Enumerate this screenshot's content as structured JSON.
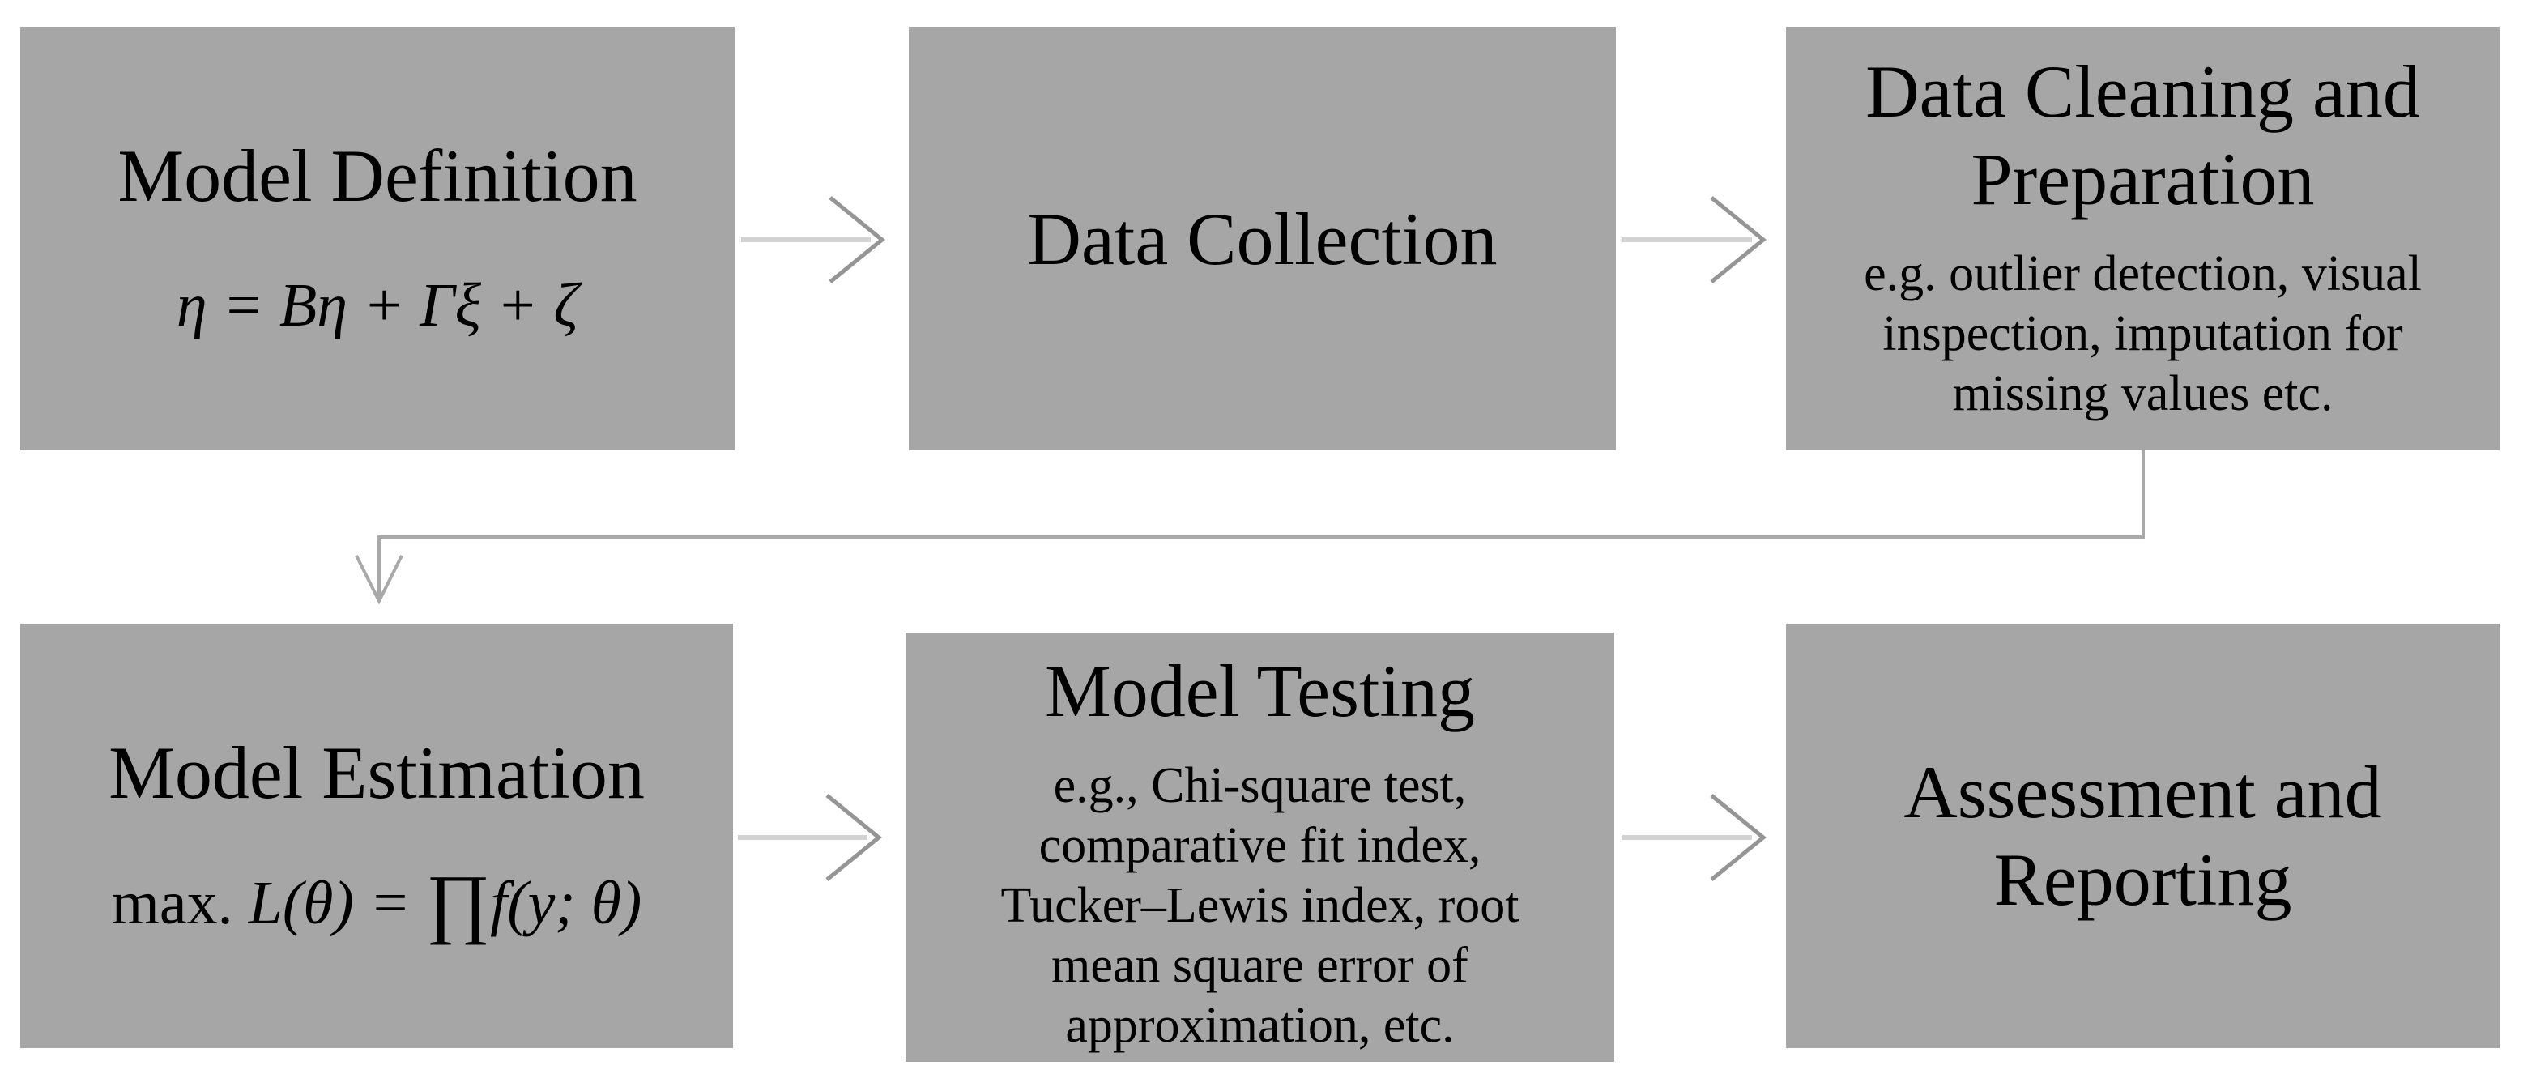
{
  "diagram": {
    "type": "flowchart",
    "background": "#ffffff"
  },
  "colors": {
    "box-fill": "#a6a6a6",
    "text": "#000000",
    "arrow-shaft": "#d3d3d3",
    "arrow-head": "#959595",
    "elbow": "#a9a9a9"
  },
  "boxes": [
    {
      "title": "Model Definition",
      "formula": "η = Bη + Γξ + ζ"
    },
    {
      "title": "Data Collection"
    },
    {
      "title_lines": [
        "Data Cleaning and",
        "Preparation"
      ],
      "body_lines": [
        "e.g. outlier detection, visual",
        "inspection, imputation for",
        "missing values etc."
      ]
    },
    {
      "title": "Model Estimation",
      "formula_prefix": "max. ",
      "formula_main": "L(θ) = ",
      "formula_operator": "∏",
      "formula_tail": "f(y; θ)"
    },
    {
      "title": "Model Testing",
      "body_lines": [
        "e.g., Chi-square test,",
        "comparative fit index,",
        "Tucker–Lewis index, root",
        "mean square error of",
        "approximation, etc."
      ]
    },
    {
      "title_lines": [
        "Assessment and",
        "Reporting"
      ]
    }
  ],
  "connections": [
    {
      "from": "Model Definition",
      "to": "Data Collection",
      "style": "straight-arrow"
    },
    {
      "from": "Data Collection",
      "to": "Data Cleaning and Preparation",
      "style": "straight-arrow"
    },
    {
      "from": "Data Cleaning and Preparation",
      "to": "Model Estimation",
      "style": "elbow-arrow"
    },
    {
      "from": "Model Estimation",
      "to": "Model Testing",
      "style": "straight-arrow"
    },
    {
      "from": "Model Testing",
      "to": "Assessment and Reporting",
      "style": "straight-arrow"
    }
  ]
}
